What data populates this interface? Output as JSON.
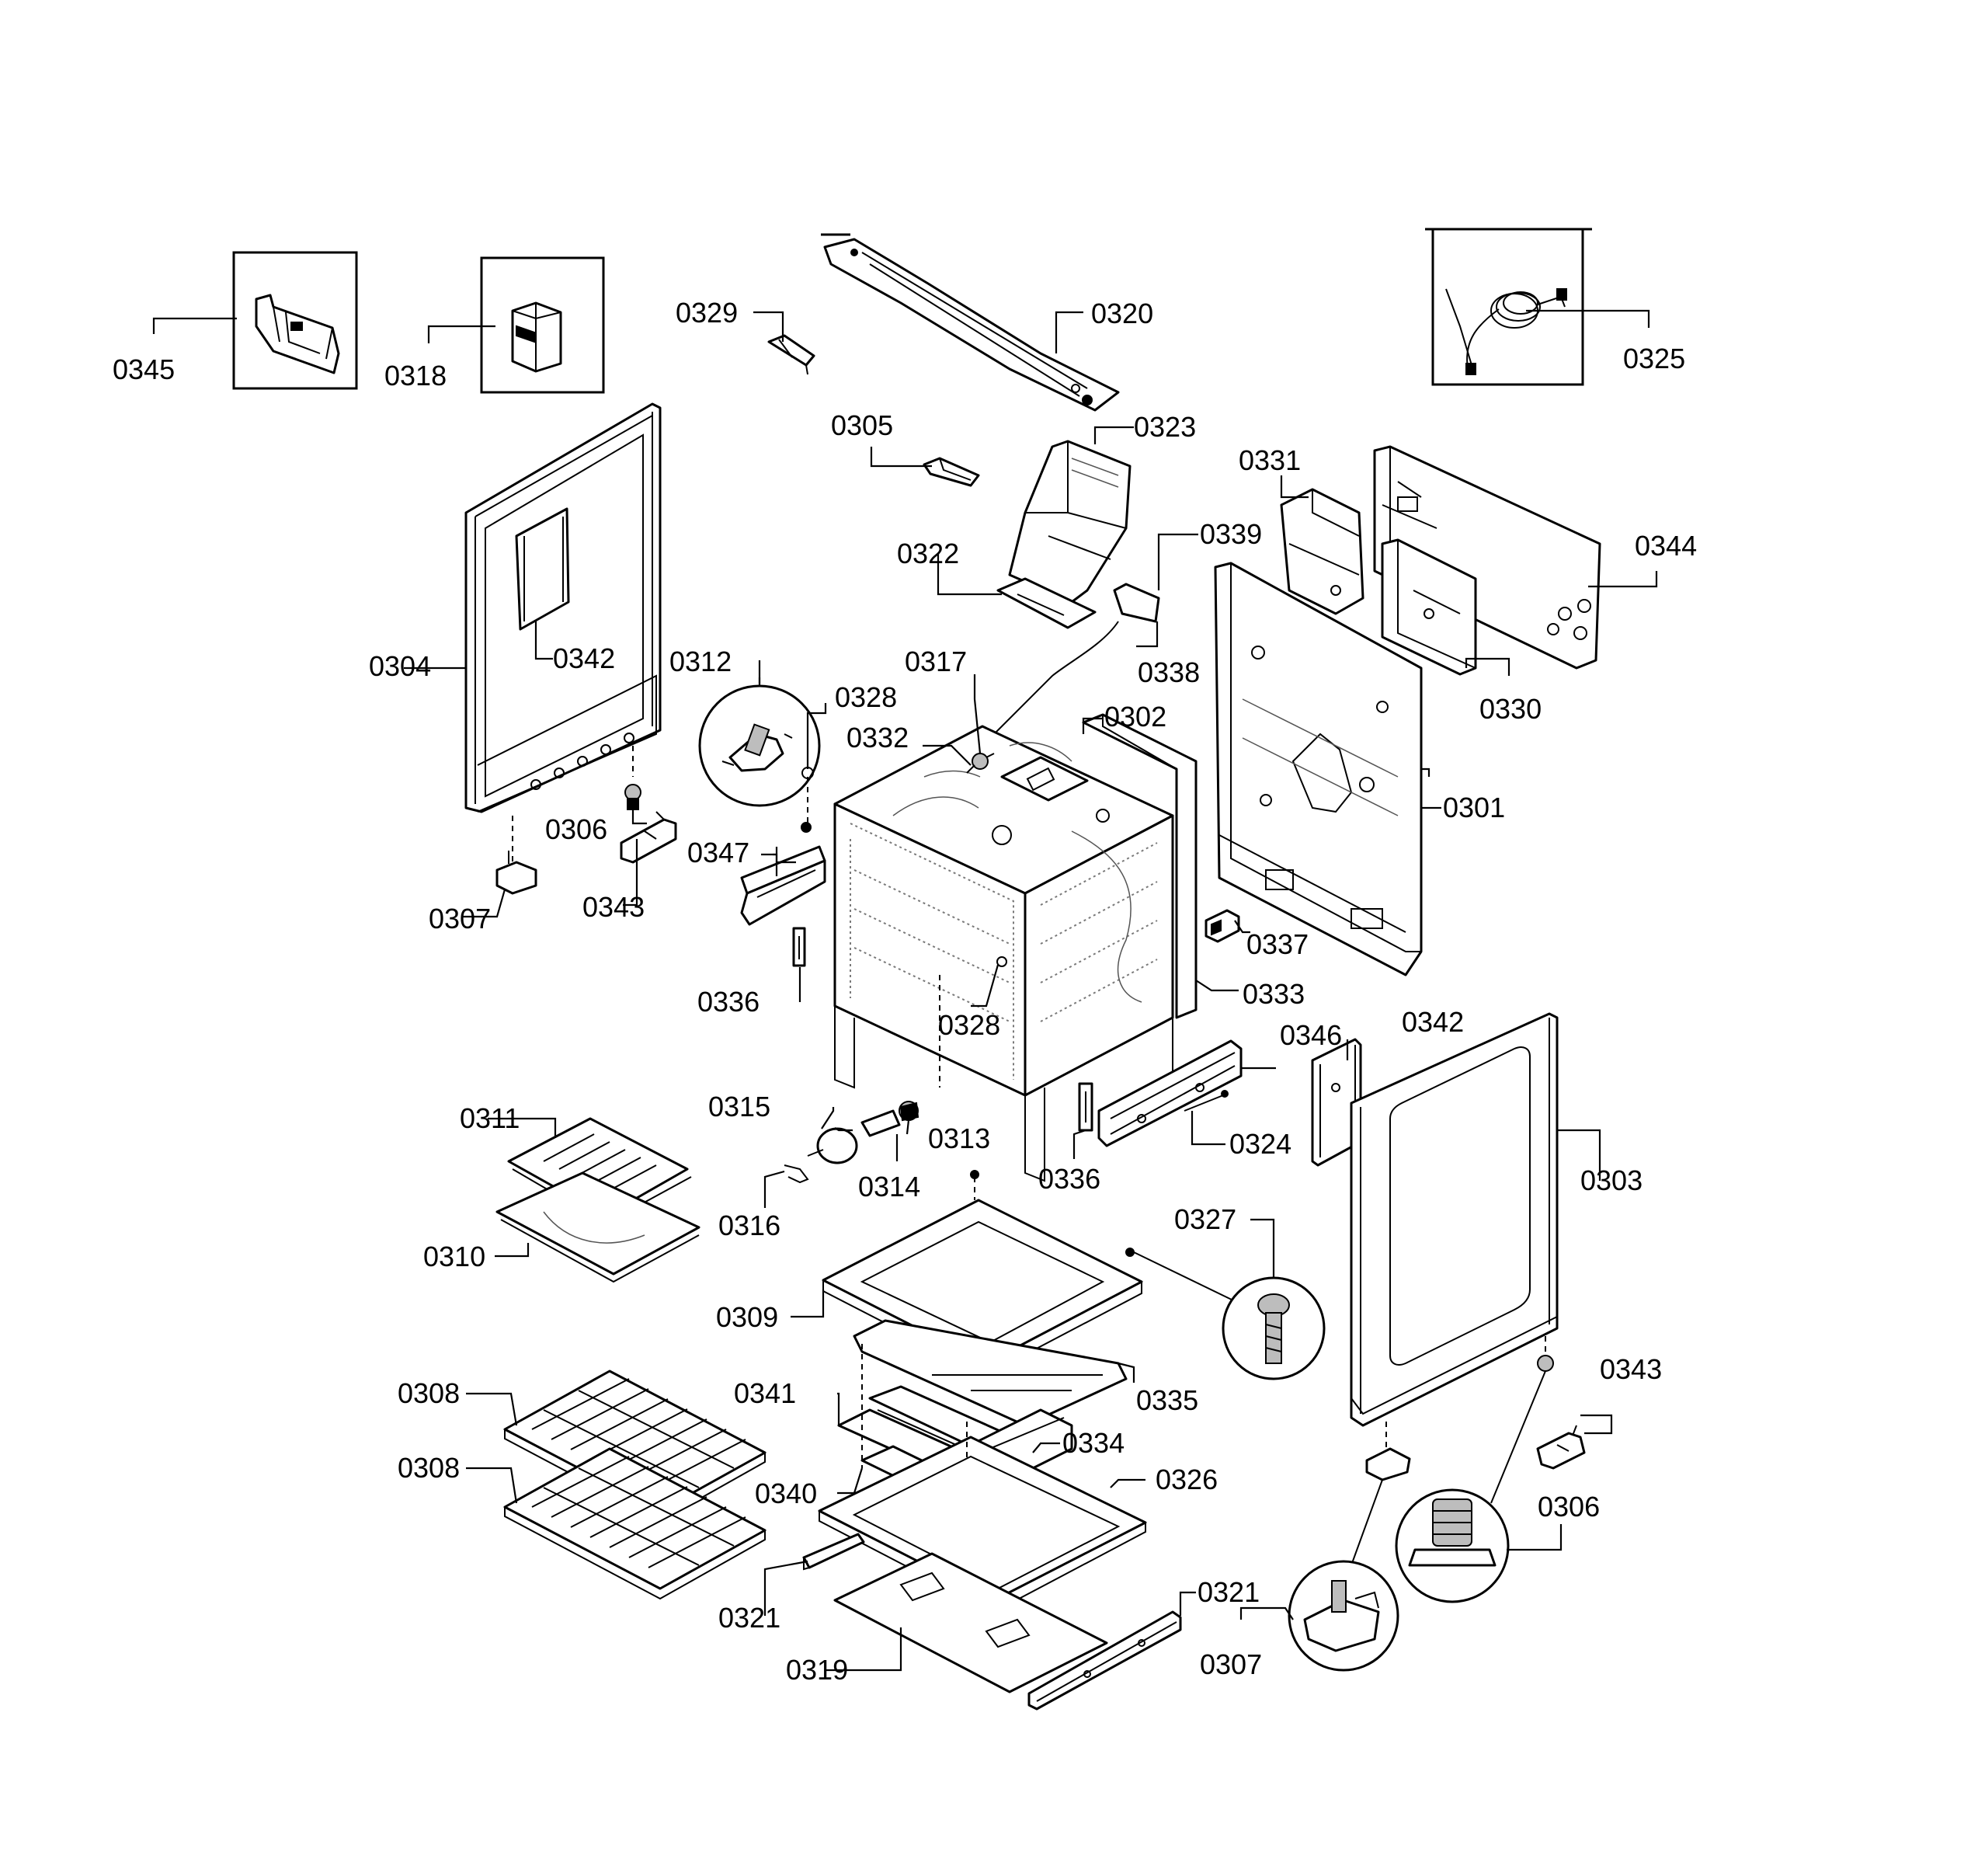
{
  "diagram": {
    "part_labels": {
      "p0345": "0345",
      "p0318": "0318",
      "p0329": "0329",
      "p0320": "0320",
      "p0325": "0325",
      "p0305": "0305",
      "p0323": "0323",
      "p0331": "0331",
      "p0344": "0344",
      "p0322": "0322",
      "p0339": "0339",
      "p0304": "0304",
      "p0342a": "0342",
      "p0312": "0312",
      "p0317": "0317",
      "p0338": "0338",
      "p0330": "0330",
      "p0328a": "0328",
      "p0302": "0302",
      "p0332": "0332",
      "p0301": "0301",
      "p0306a": "0306",
      "p0347": "0347",
      "p0343a": "0343",
      "p0307a": "0307",
      "p0337": "0337",
      "p0336a": "0336",
      "p0333": "0333",
      "p0328b": "0328",
      "p0346": "0346",
      "p0342b": "0342",
      "p0311": "0311",
      "p0315": "0315",
      "p0313": "0313",
      "p0324": "0324",
      "p0303": "0303",
      "p0314": "0314",
      "p0336b": "0336",
      "p0316": "0316",
      "p0327": "0327",
      "p0310": "0310",
      "p0309": "0309",
      "p0335": "0335",
      "p0343b": "0343",
      "p0308a": "0308",
      "p0341": "0341",
      "p0334": "0334",
      "p0308b": "0308",
      "p0340": "0340",
      "p0326": "0326",
      "p0306b": "0306",
      "p0321a": "0321",
      "p0321b": "0321",
      "p0319": "0319",
      "p0307b": "0307"
    }
  }
}
